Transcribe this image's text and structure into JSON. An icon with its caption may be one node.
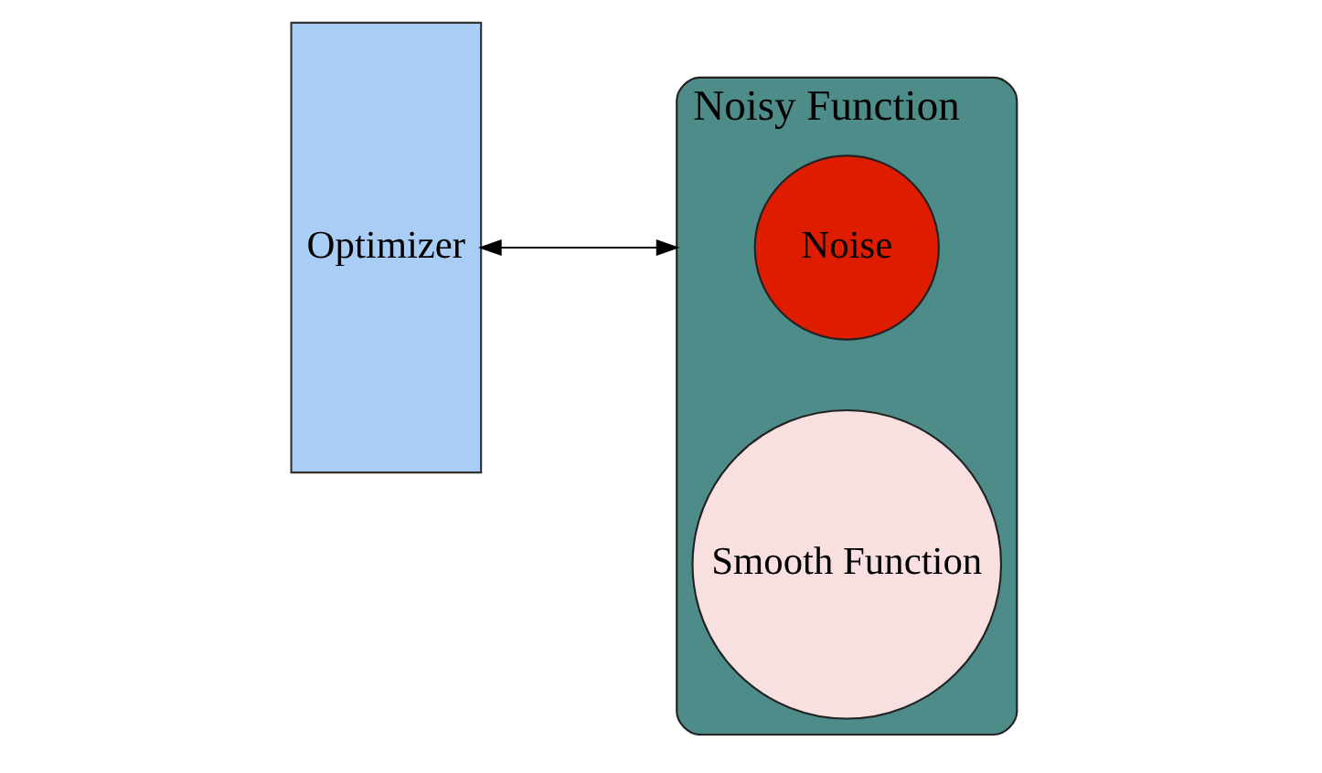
{
  "diagram": {
    "nodes": [
      {
        "text": [
          "Optimizer"
        ]
      },
      {
        "text": [
          "Noisy Function"
        ]
      },
      {
        "text": [
          "Noise"
        ],
        "in": 1
      },
      {
        "text": [
          "Smooth Function"
        ],
        "in": 1
      }
    ],
    "edges": [
      {
        "from": 0,
        "to": 1,
        "arrow": "both"
      }
    ]
  }
}
